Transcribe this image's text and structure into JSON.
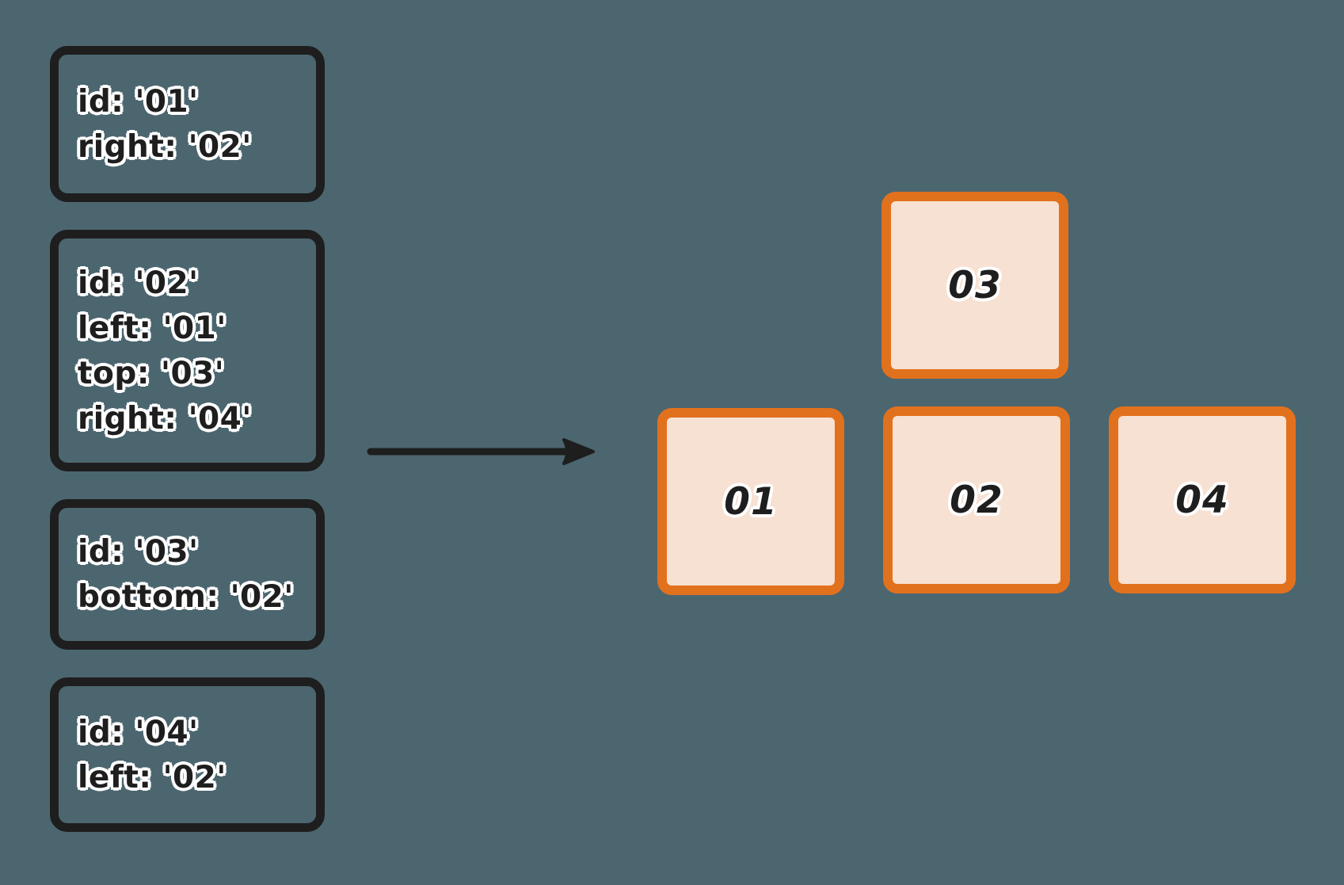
{
  "colors": {
    "background": "#4c6670",
    "box_stroke": "#1e1e1e",
    "text": "#1e1e1e",
    "halo": "#ffffff",
    "cell_fill": "#f7e1d2",
    "cell_stroke": "#e2711d"
  },
  "definitions": {
    "box1": {
      "lines": {
        "0": "id: '01'",
        "1": "right: '02'"
      }
    },
    "box2": {
      "lines": {
        "0": "id: '02'",
        "1": "left: '01'",
        "2": "top: '03'",
        "3": "right: '04'"
      }
    },
    "box3": {
      "lines": {
        "0": "id: '03'",
        "1": "bottom: '02'"
      }
    },
    "box4": {
      "lines": {
        "0": "id: '04'",
        "1": "left: '02'"
      }
    }
  },
  "arrow": {
    "direction": "right"
  },
  "result": {
    "cells": {
      "c01": {
        "label": "01"
      },
      "c02": {
        "label": "02"
      },
      "c03": {
        "label": "03"
      },
      "c04": {
        "label": "04"
      }
    }
  }
}
